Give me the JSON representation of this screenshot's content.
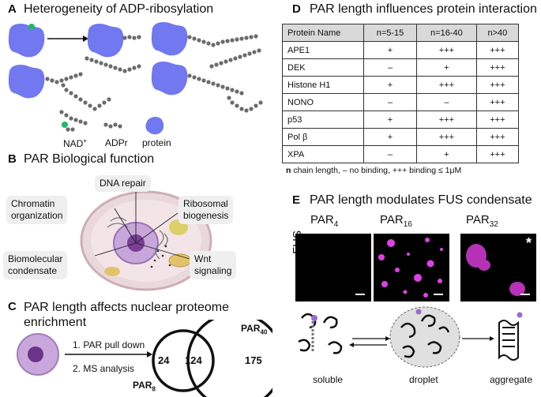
{
  "panelA": {
    "letter": "A",
    "title": "Heterogeneity of ADP-ribosylation",
    "legend": {
      "nad": "NAD",
      "nad_sup": "+",
      "adpr": "ADPr",
      "protein": "protein"
    },
    "colors": {
      "protein": "#7178f0",
      "nad_dot": "#1fb86a",
      "chain": "#6b6b6b"
    }
  },
  "panelB": {
    "letter": "B",
    "title": "PAR Biological function",
    "labels": {
      "dna_repair": "DNA repair",
      "chromatin": [
        "Chromatin",
        "organization"
      ],
      "ribosomal": [
        "Ribosomal",
        "biogenesis"
      ],
      "biomolecular": [
        "Biomolecular",
        "condensate"
      ],
      "wnt": [
        "Wnt",
        "signaling"
      ]
    }
  },
  "panelC": {
    "letter": "C",
    "title": [
      "PAR length affects nuclear proteome",
      "enrichment"
    ],
    "steps": [
      "1.  PAR pull down",
      "2.  MS analysis"
    ],
    "venn": {
      "left_only": "24",
      "overlap": "124",
      "right_only": "175",
      "left_set": "PAR",
      "left_sub": "8",
      "right_set": "PAR",
      "right_sub": "40"
    }
  },
  "panelD": {
    "letter": "D",
    "title": "PAR length influences protein interaction",
    "headers": [
      "Protein Name",
      "n=5-15",
      "n=16-40",
      "n>40"
    ],
    "rows": [
      [
        "APE1",
        "+",
        "+++",
        "+++"
      ],
      [
        "DEK",
        "–",
        "+",
        "+++"
      ],
      [
        "Histone H1",
        "+",
        "+++",
        "+++"
      ],
      [
        "NONO",
        "–",
        "–",
        "+++"
      ],
      [
        "p53",
        "+",
        "+++",
        "+++"
      ],
      [
        "Pol β",
        "+",
        "+++",
        "+++"
      ],
      [
        "XPA",
        "–",
        "+",
        "+++"
      ]
    ],
    "footnote_bold": "n",
    "footnote": " chain length, – no binding, +++ binding ≤ 1μM"
  },
  "panelE": {
    "letter": "E",
    "title": "PAR length modulates FUS condensate",
    "row_label": "FUS",
    "images": [
      {
        "label": "PAR",
        "sub": "4"
      },
      {
        "label": "PAR",
        "sub": "16"
      },
      {
        "label": "PAR",
        "sub": "32",
        "mark": "*"
      }
    ],
    "states": [
      "soluble",
      "droplet",
      "aggregate"
    ],
    "colors": {
      "fluor": "#e040e8"
    }
  }
}
